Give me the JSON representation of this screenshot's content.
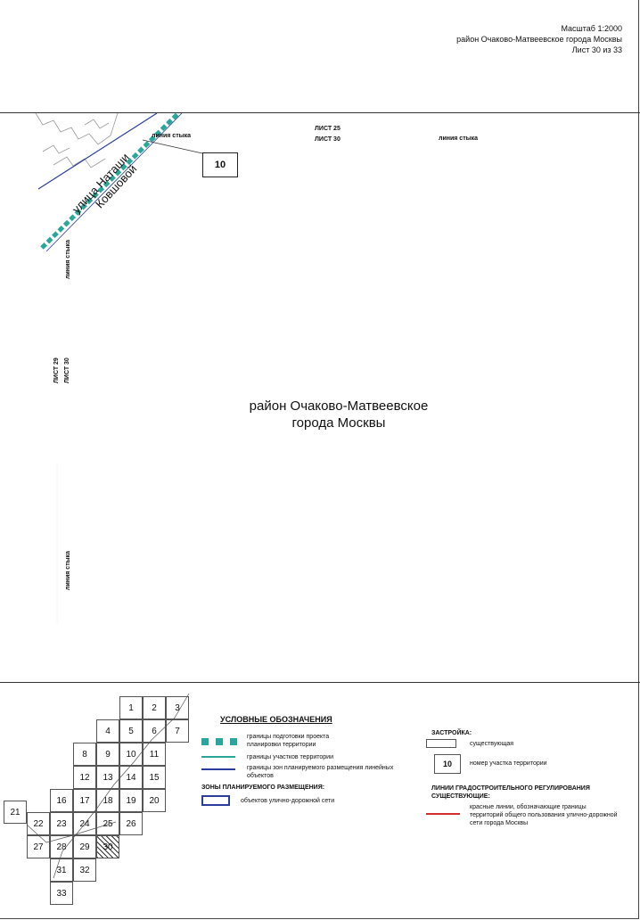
{
  "header": {
    "scale": "Масштаб 1:2000",
    "district_title": "район Очаково-Матвеевское города Москвы",
    "sheet_number": "Лист 30 из 33"
  },
  "map": {
    "sheet_top_1": "ЛИСТ 25",
    "sheet_top_2": "ЛИСТ 30",
    "join_line": "линия стыка",
    "sheet_left_1": "ЛИСТ 29",
    "sheet_left_2": "ЛИСТ 30",
    "street_line1": "улица Наташи",
    "street_line2": "Ковшовой",
    "parcel_number": "10",
    "district_line1": "район Очаково-Матвеевское",
    "district_line2": "города Москвы",
    "colors": {
      "boundary_teal": "#2aa79b",
      "road_blue": "#2b3d9a",
      "red_line": "#d32f2f"
    }
  },
  "index_grid": {
    "current_sheet": "30",
    "cells": [
      "1",
      "2",
      "3",
      "4",
      "5",
      "6",
      "7",
      "8",
      "9",
      "10",
      "11",
      "12",
      "13",
      "14",
      "15",
      "16",
      "17",
      "18",
      "19",
      "20",
      "21",
      "22",
      "23",
      "24",
      "25",
      "26",
      "27",
      "28",
      "29",
      "30",
      "31",
      "32",
      "33"
    ]
  },
  "legend": {
    "title": "УСЛОВНЫЕ ОБОЗНАЧЕНИЯ",
    "boundary_project": "границы подготовки проекта планировки территории",
    "boundary_plots": "границы участков территории",
    "boundary_zones": "границы зон планируемого размещения линейных объектов",
    "zones_heading": "ЗОНЫ ПЛАНИРУЕМОГО РАЗМЕЩЕНИЯ:",
    "zones_road": "объектов улично-дорожной сети",
    "building_heading": "ЗАСТРОЙКА:",
    "building_existing": "существующая",
    "parcel_sample": "10",
    "parcel_label": "номер участка территории",
    "regulation_heading": "ЛИНИИ ГРАДОСТРОИТЕЛЬНОГО РЕГУЛИРОВАНИЯ СУЩЕСТВУЮЩИЕ:",
    "red_lines": "красные линии, обозначающие границы территорий общего пользования улично-дорожной сети города Москвы"
  }
}
